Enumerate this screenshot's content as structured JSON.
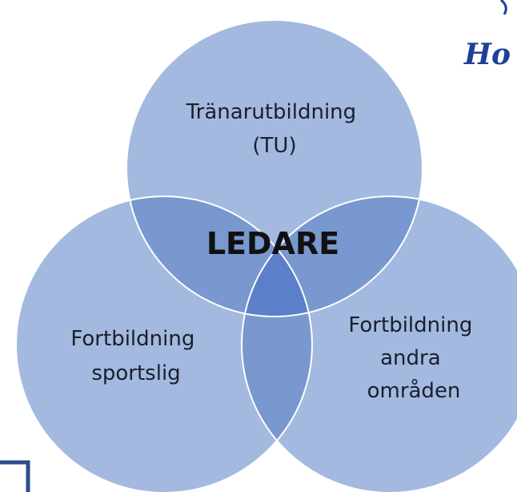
{
  "diagram": {
    "center": "LEDARE",
    "circles": [
      {
        "id": "top",
        "lines": [
          "Tränarutbildning",
          "(TU)"
        ]
      },
      {
        "id": "left",
        "lines": [
          "Fortbildning",
          "sportslig"
        ]
      },
      {
        "id": "right",
        "lines": [
          "Fortbildning",
          "andra",
          "områden"
        ]
      }
    ]
  },
  "logo": {
    "text": "Ho"
  },
  "colors": {
    "circle_fill": "#a3b9df",
    "pair_overlap": "#7898cf",
    "triple_overlap": "#5b7fc8",
    "outline": "#ffffff",
    "logo_blue": "#1f3f9a",
    "frame_corner": "#2b4c8c"
  }
}
